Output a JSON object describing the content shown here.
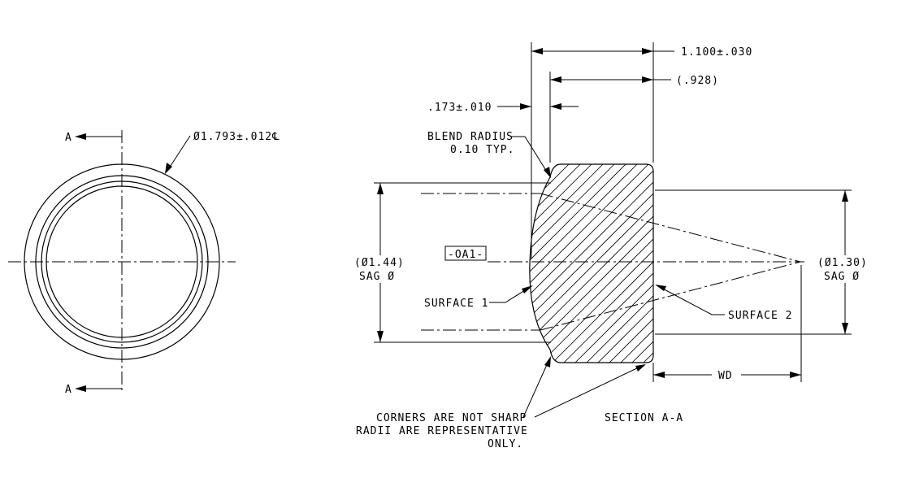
{
  "front_view": {
    "section_marker": "A",
    "diameter_note": "Ø1.793±.012℄"
  },
  "section_view": {
    "dim_overall": "1.100±.030",
    "dim_inner": "(.928)",
    "dim_edge": ".173±.010",
    "blend_radius_line1": "BLEND RADIUS",
    "blend_radius_line2": "0.10 TYP.",
    "datum": "-OA1-",
    "sag_left_dia": "(Ø1.44)",
    "sag_left_label": "SAG Ø",
    "sag_right_dia": "(Ø1.30)",
    "sag_right_label": "SAG Ø",
    "surface1": "SURFACE 1",
    "surface2": "SURFACE 2",
    "wd_label": "WD",
    "corners_line1": "CORNERS ARE NOT SHARP",
    "corners_line2": "RADII ARE REPRESENTATIVE",
    "corners_line3": "ONLY.",
    "section_title": "SECTION  A-A"
  }
}
